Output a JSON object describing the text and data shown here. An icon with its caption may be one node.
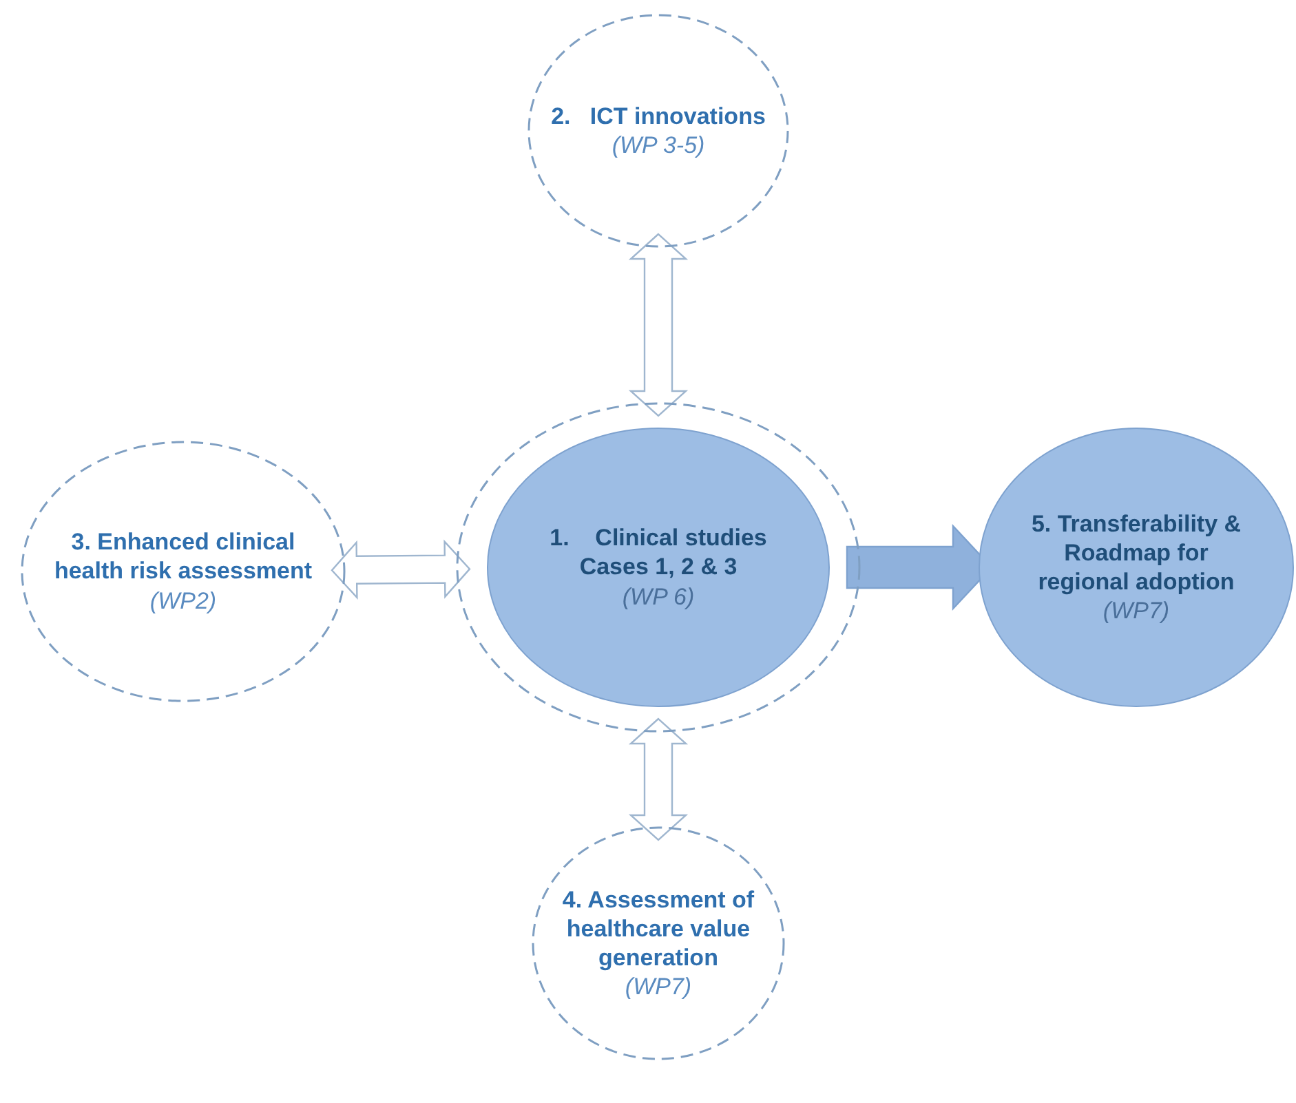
{
  "diagram": {
    "nodes": [
      {
        "text": [
          "2.   ICT innovations",
          "(WP 3-5)"
        ]
      },
      {
        "text": [
          "3. Enhanced clinical health risk assessment",
          "(WP2)"
        ]
      },
      {
        "text": [],
        "shape": "circle"
      },
      {
        "text": [
          "1.    Clinical studies",
          "Cases 1, 2 & 3",
          "(WP 6)"
        ],
        "in": 2
      },
      {
        "text": [
          "5. Transferability & Roadmap for regional adoption",
          "(WP7)"
        ]
      },
      {
        "text": [
          "4. Assessment of healthcare value generation",
          "(WP7)"
        ]
      }
    ],
    "edges": [
      {
        "from": 0,
        "to": 2,
        "arrow": "both"
      },
      {
        "from": 1,
        "to": 2,
        "arrow": "both"
      },
      {
        "from": 2,
        "to": 4,
        "arrow": "to",
        "style": "thick",
        "color": "#8fb1dc"
      },
      {
        "from": 2,
        "to": 5,
        "arrow": "both"
      }
    ]
  }
}
